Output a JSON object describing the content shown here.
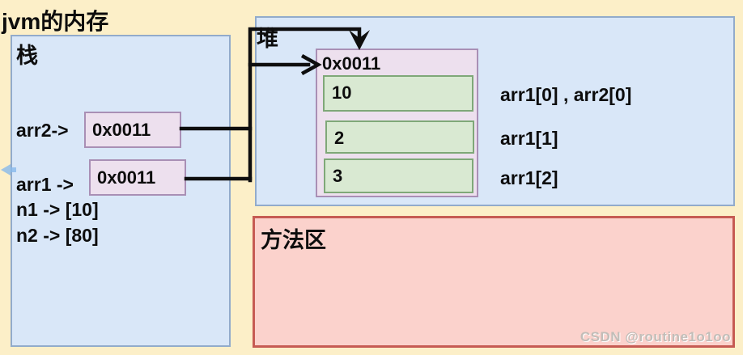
{
  "title": "jvm的内存",
  "stack": {
    "label": "栈",
    "entries": [
      {
        "name": "arr2->",
        "value": "0x0011"
      },
      {
        "name": "arr1 ->",
        "value": "0x0011"
      }
    ],
    "locals": [
      {
        "text": "n1 -> [10]"
      },
      {
        "text": "n2 -> [80]"
      }
    ]
  },
  "heap": {
    "label": "堆",
    "object": {
      "address": "0x0011",
      "slots": [
        {
          "value": "10",
          "annotation": "arr1[0] , arr2[0]"
        },
        {
          "value": "2",
          "annotation": "arr1[1]"
        },
        {
          "value": "3",
          "annotation": "arr1[2]"
        }
      ]
    }
  },
  "method_area": {
    "label": "方法区"
  },
  "watermark": "CSDN @routine1o1oo",
  "colors": {
    "background": "#FCEFC8",
    "region_fill": "#D9E7F8",
    "region_border": "#92ABCB",
    "pointer_fill": "#EDE0EE",
    "pointer_border": "#A98FB5",
    "slot_fill": "#D9E9D2",
    "slot_border": "#7FA878",
    "method_fill": "#FBD2CC",
    "method_border": "#C65B53",
    "arrow": "#0E0E0E"
  }
}
